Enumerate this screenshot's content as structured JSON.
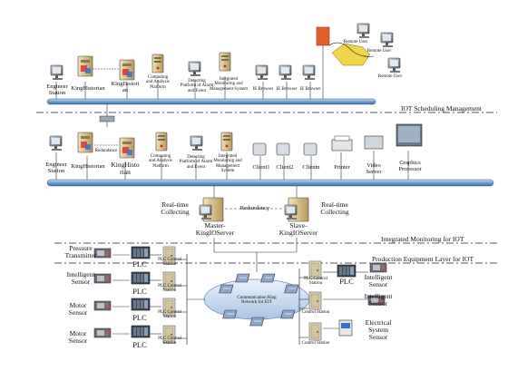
{
  "sections": {
    "iot_scheduling": "IOT Scheduling Management",
    "integrated_monitoring": "Integrated Monitoring for IOT",
    "production_layer": "Production Equipment Layer for IOT"
  },
  "top_tier": {
    "engineer_station": "Engineer\nStation",
    "kinghistorian": "KingHistorian",
    "kinghistorian_2": "KingHistori\nan",
    "computing": "Computing\nand Analysis\nPlatform",
    "detecting": "Detecting\nPlatform of Alarm\nand Event",
    "integrated": "Integrated\nMonitoring and\nManagement System",
    "ie_browser_1": "IE Browser",
    "ie_browser_2": "IE Browser",
    "ie_browser_3": "IE Browser",
    "remote_user_1": "Remote User",
    "remote_user_2": "Remote User",
    "remote_user_3": "Remote User"
  },
  "middle_tier": {
    "engineer_station": "Engineer\nStation",
    "kinghistorian": "KingHistorian",
    "redundance": "Redundance",
    "kinghistorian_2": "KingHisto\nrian",
    "computing": "Computing\nand Analysis\nPlatform",
    "detecting": "Detecting\nPlatform of Alarm\nand Event",
    "integrated": "Integrated\nMonitoring and\nManagement\nSystem",
    "client1": "Client1",
    "client2": "Client2",
    "clientn": "Clientn",
    "printer": "Printer",
    "video_server": "Video\nServer",
    "graphics_processor": "Graphics\nProcessor"
  },
  "server_tier": {
    "realtime_left": "Real-time\nCollecting",
    "redundancy": "Redundancy",
    "realtime_right": "Real-time\nCollecting",
    "master": "Master-\nKingIOServer",
    "slave": "Slave-\nKingIOServer"
  },
  "production": {
    "pressure_transmitter": "Pressure\nTransmitter",
    "intelligent_sensor_left": "Intelligent\nSensor",
    "motor_sensor_1": "Motor\nSensor",
    "motor_sensor_2": "Motor\nSensor",
    "plc": "PLC",
    "plc_control_station": "PLC Control\nStation",
    "control_station": "Control Station",
    "comm_network": "Communication Ring\nNetwork for IOT",
    "intelligent_sensor_right_1": "Intelligent\nSensor",
    "intelligent_sensor_right_2": "Intelligent\nSensor",
    "electrical_system_sensor": "Electrical\nSystem\nSensor"
  }
}
